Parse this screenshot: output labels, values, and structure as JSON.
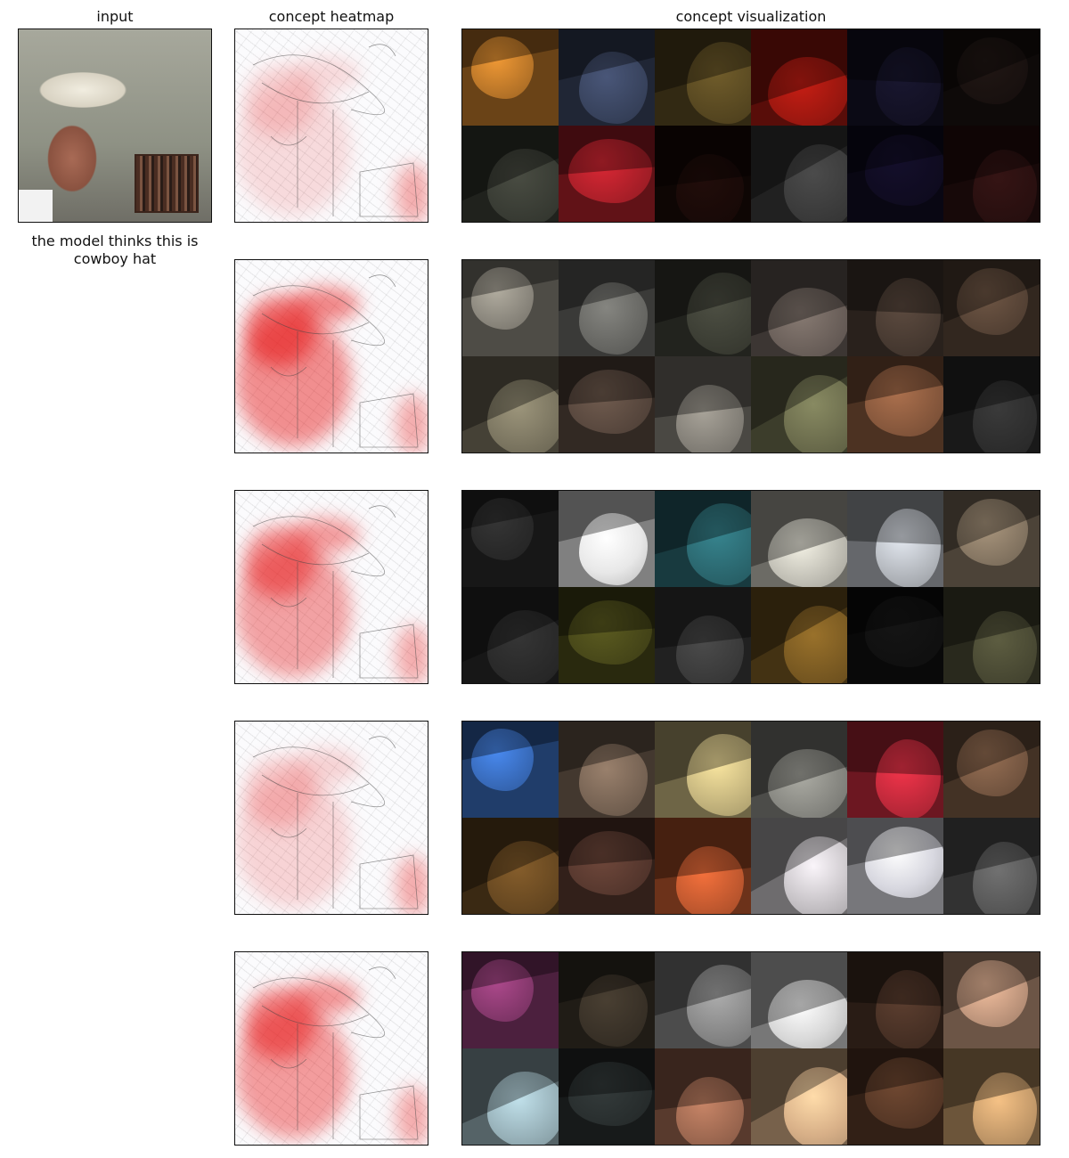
{
  "headers": {
    "input": "input",
    "heatmap": "concept heatmap",
    "visualization": "concept visualization"
  },
  "prediction_caption": "the model thinks this is cowboy hat",
  "concepts": [
    {
      "heatmap_intensity": 0.25,
      "tiles": [
        "#c07a2a",
        "#3a4560",
        "#5a4a22",
        "#a01810",
        "#141226",
        "#1a1210",
        "#3a3d35",
        "#b0202a",
        "#1a0a08",
        "#3c3c3c",
        "#100c22",
        "#2a1010"
      ]
    },
    {
      "heatmap_intensity": 0.85,
      "tiles": [
        "#8e8a80",
        "#6a6a66",
        "#3e4036",
        "#6d625c",
        "#4a3c33",
        "#5a4638",
        "#7d7762",
        "#5b4a40",
        "#86827a",
        "#6d6e4e",
        "#8a5a3e",
        "#2e2e2e"
      ]
    },
    {
      "heatmap_intensity": 0.7,
      "tiles": [
        "#2a2a2a",
        "#e8e8e8",
        "#2c6a72",
        "#c4c2b8",
        "#b8bcc2",
        "#8a7a66",
        "#2a2a2a",
        "#4a4a1a",
        "#3c3c3c",
        "#7a5a22",
        "#111111",
        "#4a4a34"
      ]
    },
    {
      "heatmap_intensity": 0.3,
      "tiles": [
        "#3a6ec0",
        "#7a6656",
        "#c8b880",
        "#8a8a84",
        "#c42a3c",
        "#7a5a44",
        "#6a4a22",
        "#5a3a30",
        "#c45a30",
        "#c8c4c8",
        "#d8d8e0",
        "#5a5a5a"
      ]
    },
    {
      "heatmap_intensity": 0.75,
      "tiles": [
        "#8a3a70",
        "#3a3228",
        "#8a8a8a",
        "#d8d8d8",
        "#4a3226",
        "#c49a80",
        "#9ab4bc",
        "#2a3030",
        "#a06a52",
        "#d8b088",
        "#5a3a28",
        "#c49a6a"
      ]
    }
  ]
}
